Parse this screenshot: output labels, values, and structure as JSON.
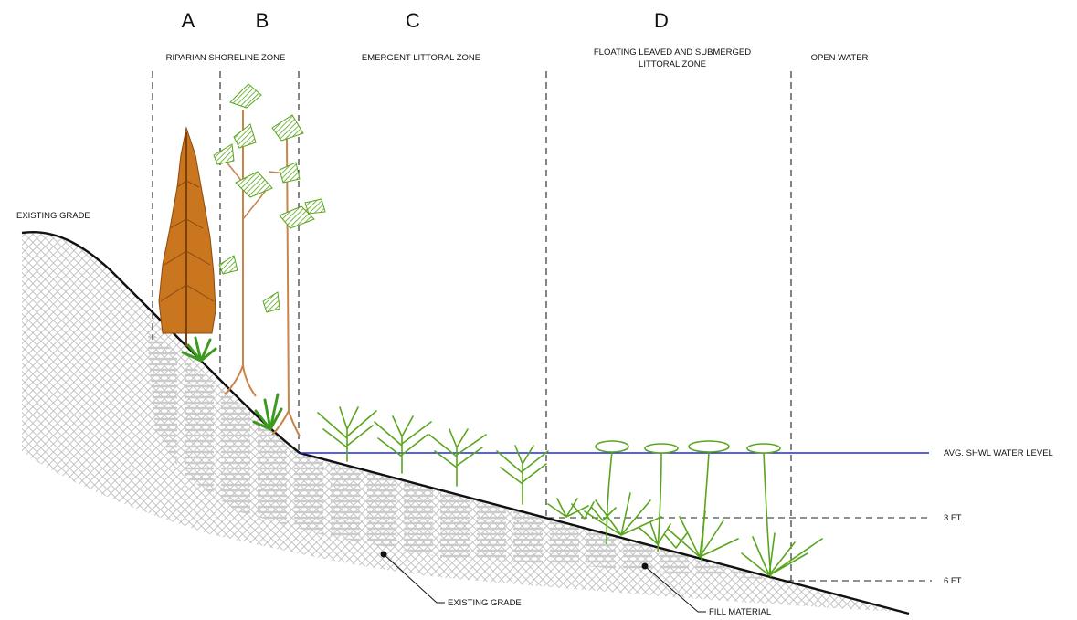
{
  "zones": {
    "letters": [
      "A",
      "B",
      "C",
      "D"
    ],
    "labels": {
      "riparian": "RIPARIAN SHORELINE ZONE",
      "emergent": "EMERGENT LITTORAL ZONE",
      "floating_line1": "FLOATING LEAVED AND SUBMERGED",
      "floating_line2": "LITTORAL ZONE",
      "open_water": "OPEN WATER"
    }
  },
  "annotations": {
    "existing_grade_top": "EXISTING GRADE",
    "water_level": "AVG. SHWL WATER LEVEL",
    "depth_3": "3 FT.",
    "depth_6": "6 FT.",
    "existing_grade_callout": "EXISTING GRADE",
    "fill_material_callout": "FILL MATERIAL"
  },
  "colors": {
    "water_line": "#1f2fd6",
    "conifer": "#b5651d",
    "cypress_trunk": "#c8844a",
    "foliage": "#5aa51e",
    "fern": "#3d9a1f",
    "hatch": "#b9b9b9",
    "ink": "#111111"
  }
}
